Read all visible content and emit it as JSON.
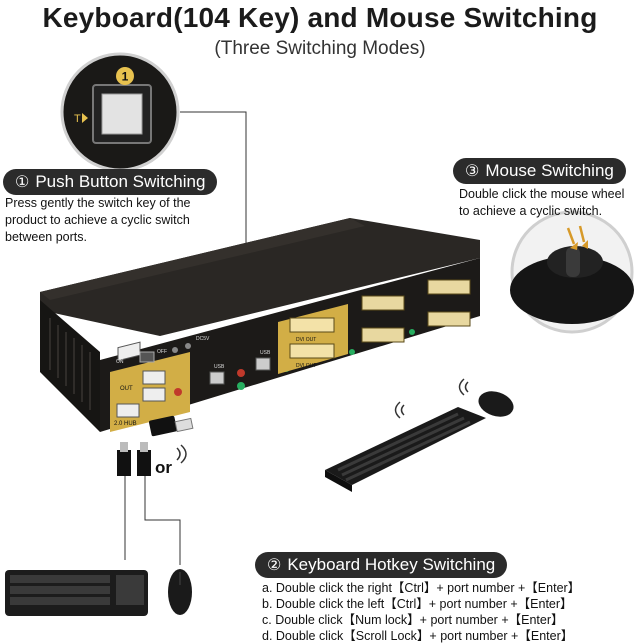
{
  "title": "Keyboard(104 Key) and Mouse Switching",
  "subtitle": "(Three Switching Modes)",
  "badge_number": "1",
  "badge_t": "T",
  "mode1": {
    "number": "①",
    "label": "Push Button Switching",
    "description": [
      "Press gently the switch key of the",
      "product to achieve a cyclic switch",
      "between ports."
    ]
  },
  "mode2": {
    "number": "②",
    "label": "Keyboard Hotkey Switching",
    "steps": [
      "a. Double click the right【Ctrl】+ port number +【Enter】",
      "b. Double click the left【Ctrl】+ port number +【Enter】",
      "c. Double click【Num lock】+ port number +【Enter】",
      "d. Double click【Scroll Lock】+ port number +【Enter】"
    ]
  },
  "mode3": {
    "number": "③",
    "label": "Mouse Switching",
    "description": [
      "Double click the mouse wheel",
      "to achieve a cyclic switch."
    ]
  },
  "or_text": "or",
  "device_labels": {
    "dvi_out": "DVI OUT",
    "usb": "USB",
    "usb_hub": "2.0 HUB",
    "out": "OUT",
    "on": "ON",
    "off": "OFF",
    "dc": "DC5V"
  },
  "colors": {
    "dark_pill": "#2b2b2b",
    "device_body": "#1e1c1a",
    "gold": "#d9b64a"
  }
}
